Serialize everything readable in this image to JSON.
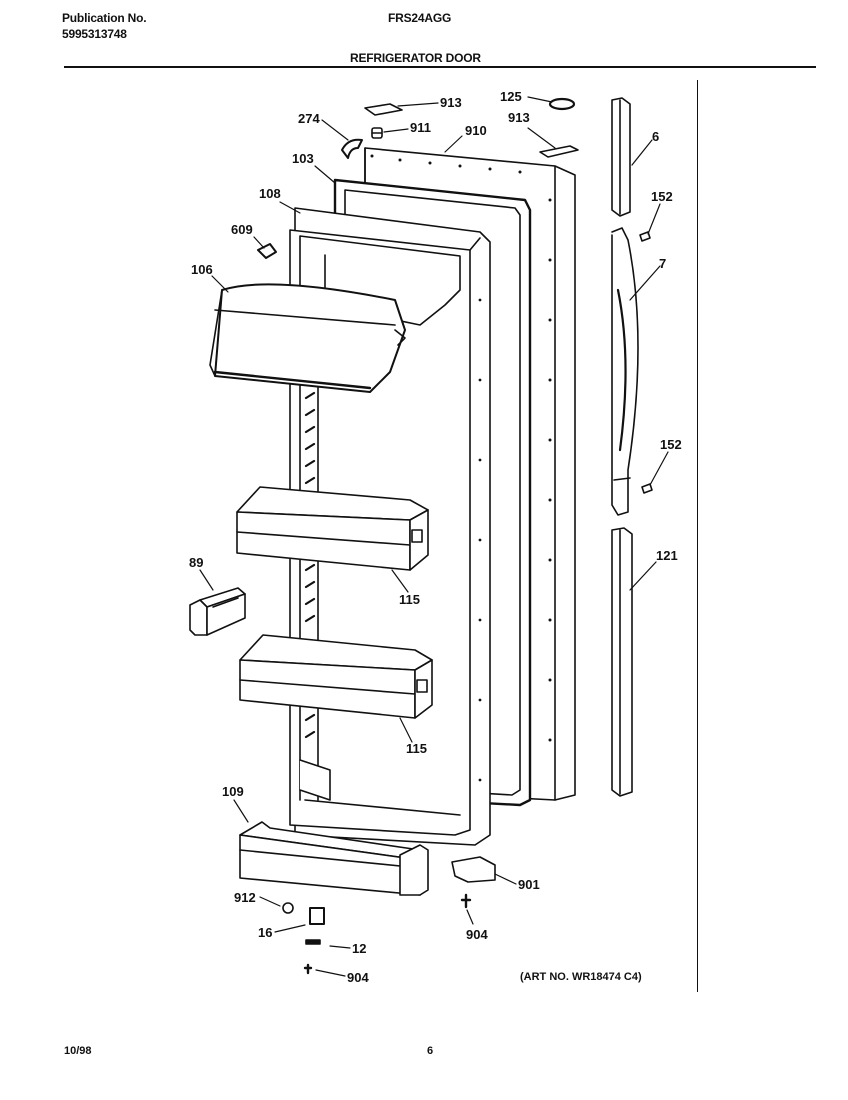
{
  "header": {
    "publication_label": "Publication No.",
    "publication_number": "5995313748",
    "model": "FRS24AGG",
    "section_title": "REFRIGERATOR DOOR"
  },
  "diagram": {
    "parts": [
      {
        "id": "913a",
        "label": "913"
      },
      {
        "id": "274",
        "label": "274"
      },
      {
        "id": "911",
        "label": "911"
      },
      {
        "id": "125",
        "label": "125"
      },
      {
        "id": "913b",
        "label": "913"
      },
      {
        "id": "910",
        "label": "910"
      },
      {
        "id": "6",
        "label": "6"
      },
      {
        "id": "103",
        "label": "103"
      },
      {
        "id": "108",
        "label": "108"
      },
      {
        "id": "152a",
        "label": "152"
      },
      {
        "id": "609",
        "label": "609"
      },
      {
        "id": "7",
        "label": "7"
      },
      {
        "id": "106",
        "label": "106"
      },
      {
        "id": "152b",
        "label": "152"
      },
      {
        "id": "121",
        "label": "121"
      },
      {
        "id": "89",
        "label": "89"
      },
      {
        "id": "115a",
        "label": "115"
      },
      {
        "id": "115b",
        "label": "115"
      },
      {
        "id": "109",
        "label": "109"
      },
      {
        "id": "901",
        "label": "901"
      },
      {
        "id": "912",
        "label": "912"
      },
      {
        "id": "904a",
        "label": "904"
      },
      {
        "id": "16",
        "label": "16"
      },
      {
        "id": "12",
        "label": "12"
      },
      {
        "id": "904b",
        "label": "904"
      }
    ],
    "art_number": "(ART NO. WR18474 C4)"
  },
  "footer": {
    "date": "10/98",
    "page": "6"
  }
}
